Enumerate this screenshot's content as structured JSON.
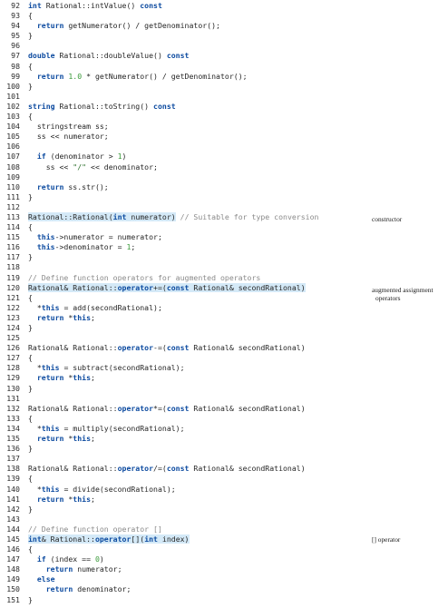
{
  "annotations": {
    "constructor": "constructor",
    "augmented_line1": "augmented assignment",
    "augmented_line2": "operators",
    "subscript": "[] operator"
  },
  "code_lines": [
    {
      "n": "92",
      "t": "int Rational::intValue() const"
    },
    {
      "n": "93",
      "t": "{"
    },
    {
      "n": "94",
      "t": "  return getNumerator() / getDenominator();"
    },
    {
      "n": "95",
      "t": "}"
    },
    {
      "n": "96",
      "t": ""
    },
    {
      "n": "97",
      "t": "double Rational::doubleValue() const"
    },
    {
      "n": "98",
      "t": "{"
    },
    {
      "n": "99",
      "t": "  return 1.0 * getNumerator() / getDenominator();"
    },
    {
      "n": "100",
      "t": "}"
    },
    {
      "n": "101",
      "t": ""
    },
    {
      "n": "102",
      "t": "string Rational::toString() const"
    },
    {
      "n": "103",
      "t": "{"
    },
    {
      "n": "104",
      "t": "  stringstream ss;"
    },
    {
      "n": "105",
      "t": "  ss << numerator;"
    },
    {
      "n": "106",
      "t": ""
    },
    {
      "n": "107",
      "t": "  if (denominator > 1)"
    },
    {
      "n": "108",
      "t": "    ss << \"/\" << denominator;"
    },
    {
      "n": "109",
      "t": ""
    },
    {
      "n": "110",
      "t": "  return ss.str();"
    },
    {
      "n": "111",
      "t": "}"
    },
    {
      "n": "112",
      "t": ""
    },
    {
      "n": "113",
      "t": "Rational::Rational(int numerator) // Suitable for type conversion"
    },
    {
      "n": "114",
      "t": "{"
    },
    {
      "n": "115",
      "t": "  this->numerator = numerator;"
    },
    {
      "n": "116",
      "t": "  this->denominator = 1;"
    },
    {
      "n": "117",
      "t": "}"
    },
    {
      "n": "118",
      "t": ""
    },
    {
      "n": "119",
      "t": "// Define function operators for augmented operators"
    },
    {
      "n": "120",
      "t": "Rational& Rational::operator+=(const Rational& secondRational)"
    },
    {
      "n": "121",
      "t": "{"
    },
    {
      "n": "122",
      "t": "  *this = add(secondRational);"
    },
    {
      "n": "123",
      "t": "  return *this;"
    },
    {
      "n": "124",
      "t": "}"
    },
    {
      "n": "125",
      "t": ""
    },
    {
      "n": "126",
      "t": "Rational& Rational::operator-=(const Rational& secondRational)"
    },
    {
      "n": "127",
      "t": "{"
    },
    {
      "n": "128",
      "t": "  *this = subtract(secondRational);"
    },
    {
      "n": "129",
      "t": "  return *this;"
    },
    {
      "n": "130",
      "t": "}"
    },
    {
      "n": "131",
      "t": ""
    },
    {
      "n": "132",
      "t": "Rational& Rational::operator*=(const Rational& secondRational)"
    },
    {
      "n": "133",
      "t": "{"
    },
    {
      "n": "134",
      "t": "  *this = multiply(secondRational);"
    },
    {
      "n": "135",
      "t": "  return *this;"
    },
    {
      "n": "136",
      "t": "}"
    },
    {
      "n": "137",
      "t": ""
    },
    {
      "n": "138",
      "t": "Rational& Rational::operator/=(const Rational& secondRational)"
    },
    {
      "n": "139",
      "t": "{"
    },
    {
      "n": "140",
      "t": "  *this = divide(secondRational);"
    },
    {
      "n": "141",
      "t": "  return *this;"
    },
    {
      "n": "142",
      "t": "}"
    },
    {
      "n": "143",
      "t": ""
    },
    {
      "n": "144",
      "t": "// Define function operator []"
    },
    {
      "n": "145",
      "t": "int& Rational::operator[](int index)"
    },
    {
      "n": "146",
      "t": "{"
    },
    {
      "n": "147",
      "t": "  if (index == 0)"
    },
    {
      "n": "148",
      "t": "    return numerator;"
    },
    {
      "n": "149",
      "t": "  else"
    },
    {
      "n": "150",
      "t": "    return denominator;"
    },
    {
      "n": "151",
      "t": "}"
    }
  ]
}
